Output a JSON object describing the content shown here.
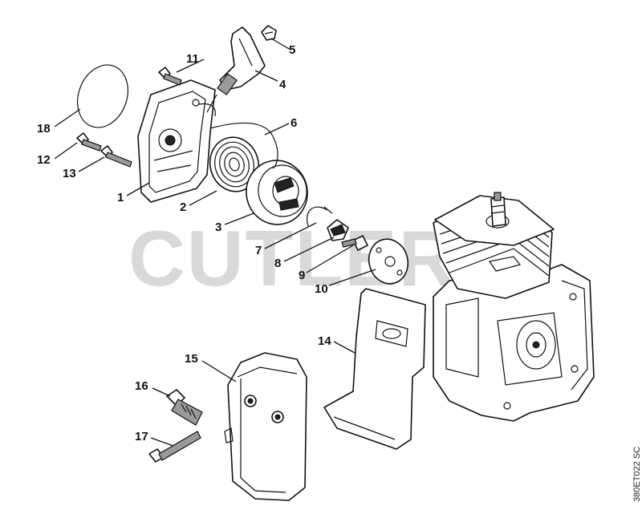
{
  "watermark": "CUTLERS",
  "drawing_code": "380ET022 SC",
  "callouts": [
    {
      "id": "1",
      "label": "1"
    },
    {
      "id": "2",
      "label": "2"
    },
    {
      "id": "3",
      "label": "3"
    },
    {
      "id": "4",
      "label": "4"
    },
    {
      "id": "5",
      "label": "5"
    },
    {
      "id": "6",
      "label": "6"
    },
    {
      "id": "7",
      "label": "7"
    },
    {
      "id": "8",
      "label": "8"
    },
    {
      "id": "9",
      "label": "9"
    },
    {
      "id": "10",
      "label": "10"
    },
    {
      "id": "11",
      "label": "11"
    },
    {
      "id": "12",
      "label": "12"
    },
    {
      "id": "13",
      "label": "13"
    },
    {
      "id": "14",
      "label": "14"
    },
    {
      "id": "15",
      "label": "15"
    },
    {
      "id": "16",
      "label": "16"
    },
    {
      "id": "17",
      "label": "17"
    },
    {
      "id": "18",
      "label": "18"
    }
  ]
}
